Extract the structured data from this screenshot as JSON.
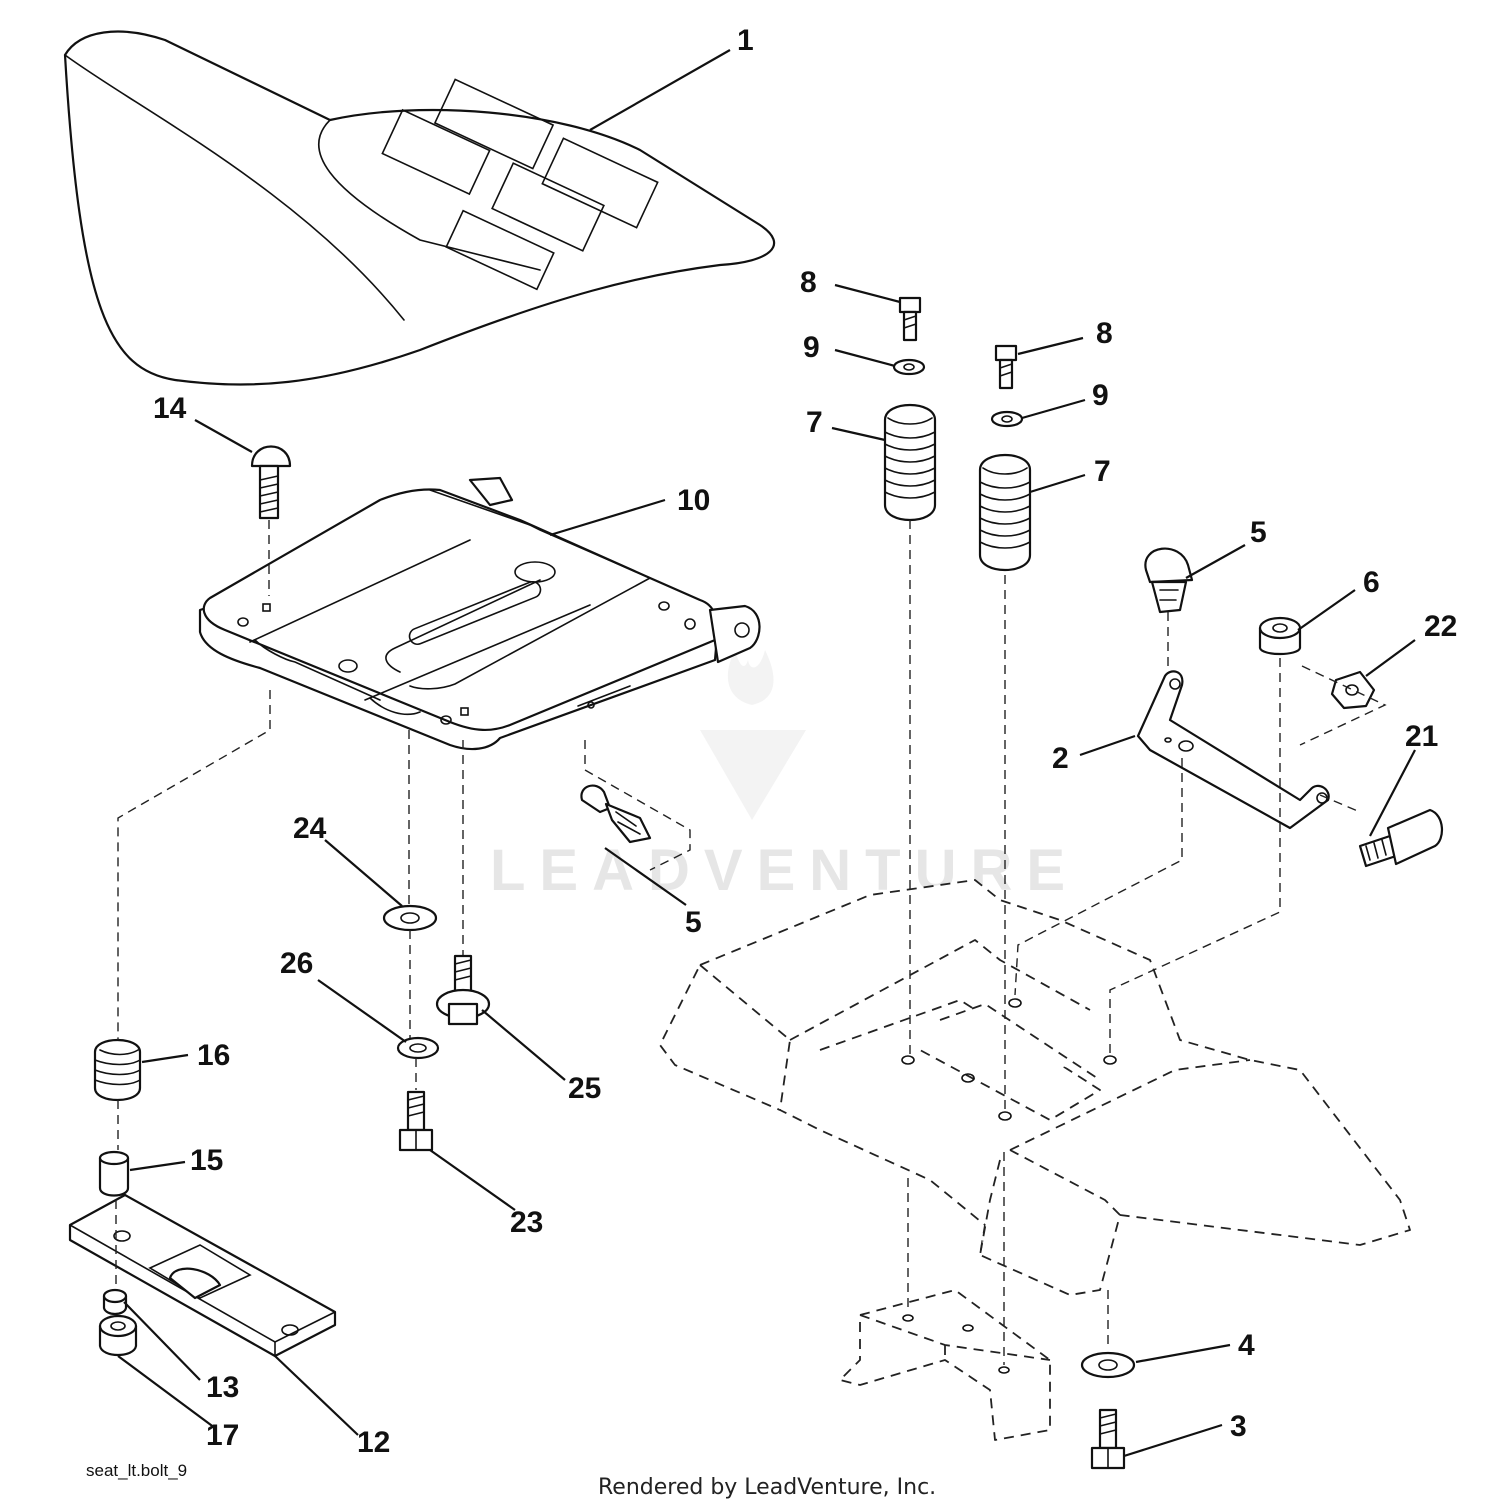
{
  "diagram": {
    "drawing_id": "seat_lt.bolt_9",
    "footer": "Rendered by LeadVenture, Inc.",
    "watermark": "LEADVENTURE",
    "callouts": [
      "1",
      "2",
      "3",
      "4",
      "5",
      "5",
      "6",
      "7",
      "7",
      "8",
      "8",
      "9",
      "9",
      "10",
      "12",
      "13",
      "14",
      "15",
      "16",
      "17",
      "21",
      "22",
      "23",
      "24",
      "25",
      "26"
    ]
  }
}
